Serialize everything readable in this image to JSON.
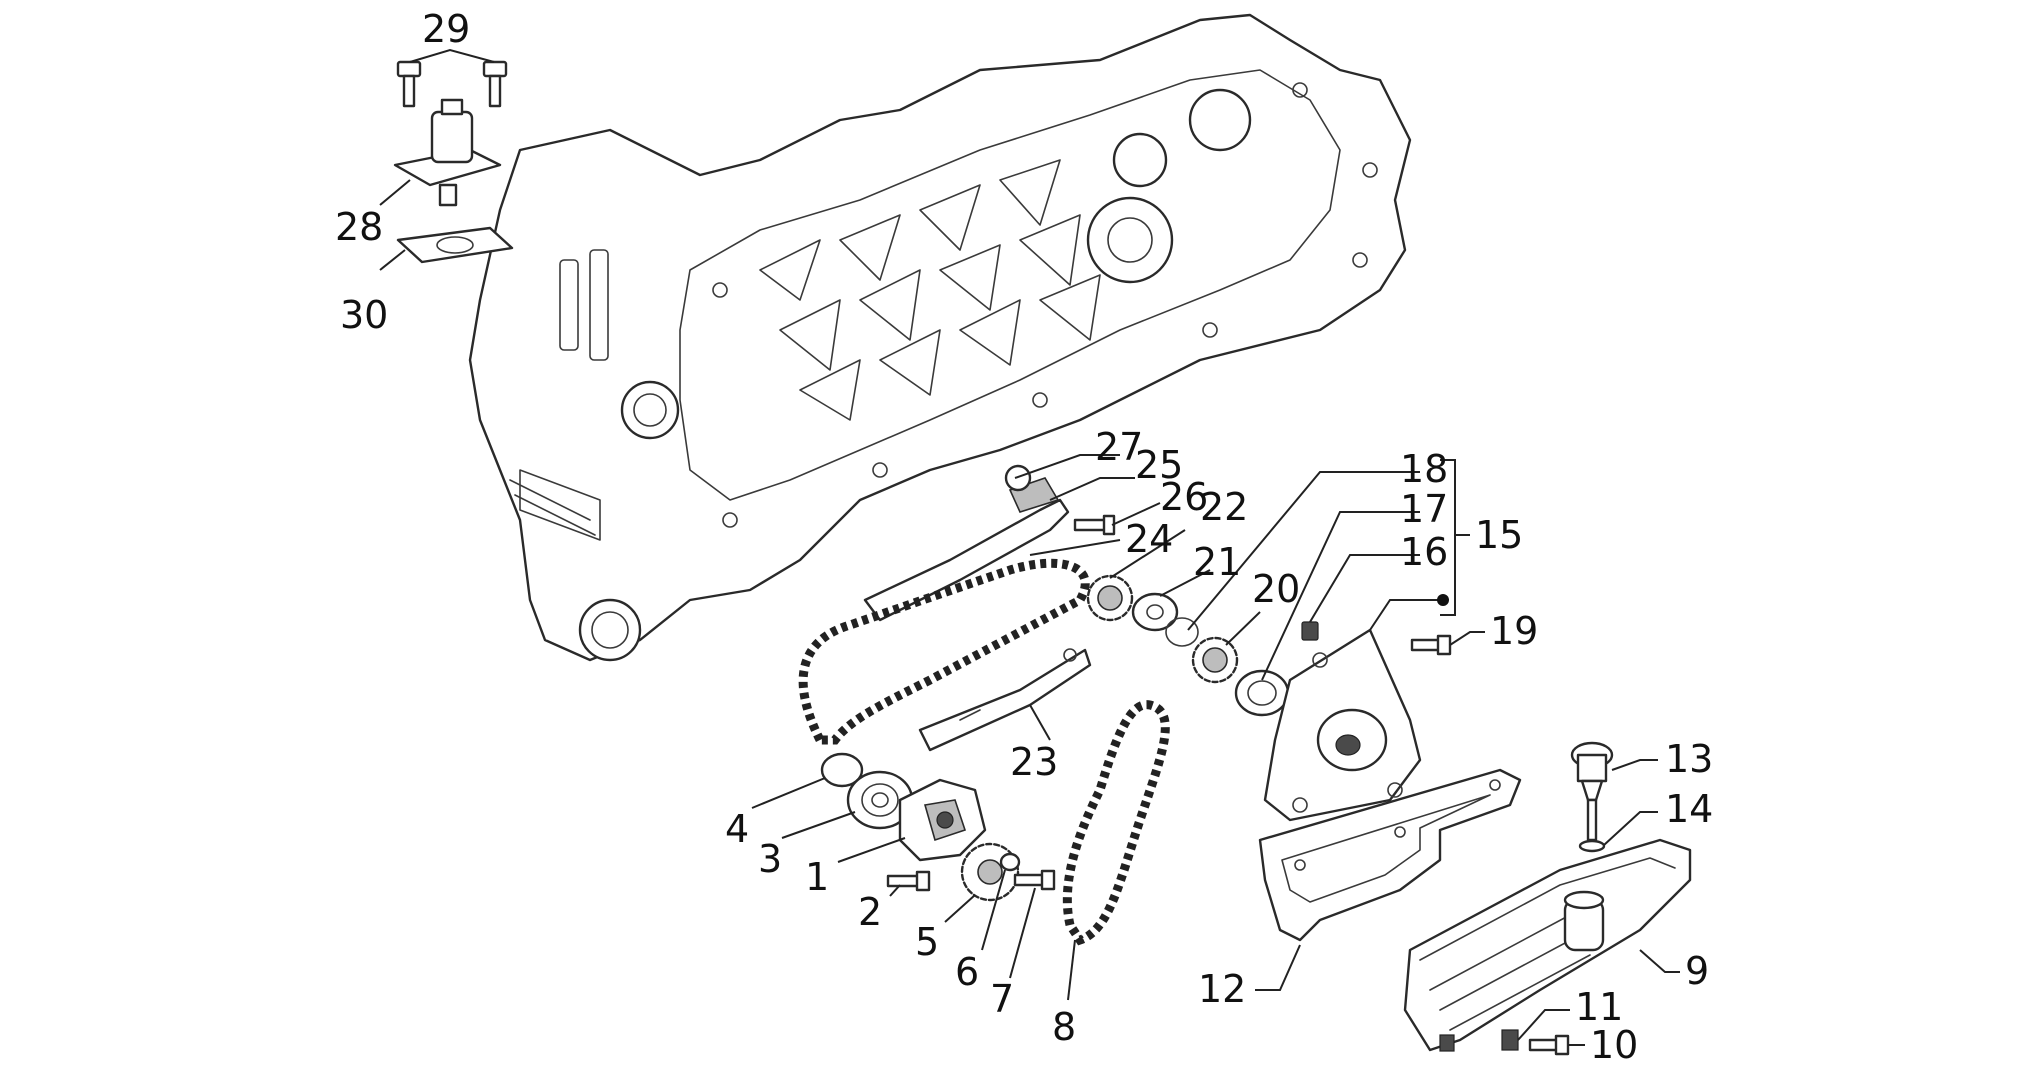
{
  "part_labels": {
    "p1": "1",
    "p2": "2",
    "p3": "3",
    "p4": "4",
    "p5": "5",
    "p6": "6",
    "p7": "7",
    "p8": "8",
    "p9": "9",
    "p10": "10",
    "p11": "11",
    "p12": "12",
    "p13": "13",
    "p14": "14",
    "p15": "15",
    "p16": "16",
    "p17": "17",
    "p18": "18",
    "p19": "19",
    "p20": "20",
    "p21": "21",
    "p22": "22",
    "p23": "23",
    "p24": "24",
    "p25": "25",
    "p26": "26",
    "p27": "27",
    "p28": "28",
    "p29": "29",
    "p30": "30"
  },
  "colors": {
    "line": "#222222",
    "background": "#ffffff",
    "shade": "#bdbdbd"
  }
}
